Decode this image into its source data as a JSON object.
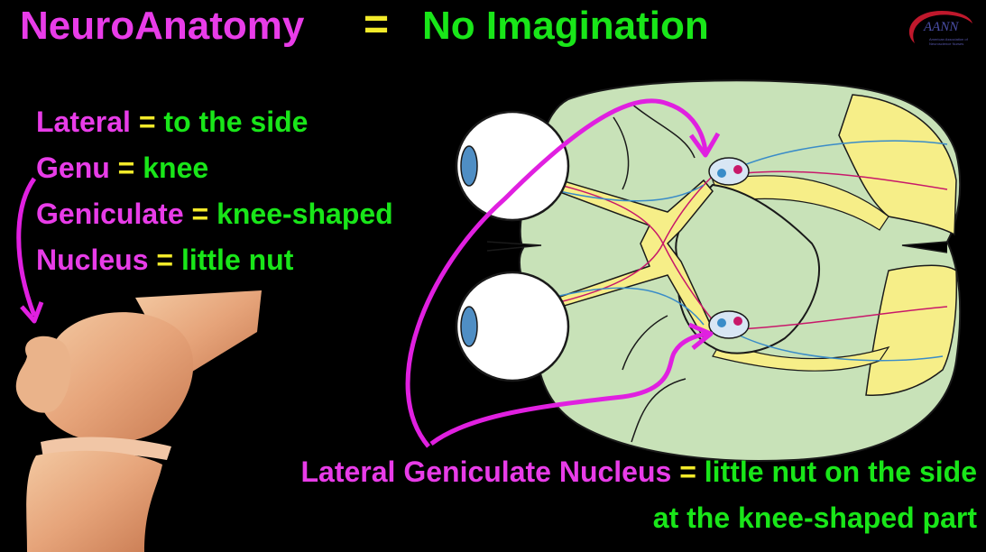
{
  "title": {
    "left": "NeuroAnatomy",
    "equals": "=",
    "right": "No Imagination"
  },
  "logo": {
    "word": "AANN",
    "subtitle": "American Association of Neuroscience Nurses"
  },
  "definitions": [
    {
      "term": "Lateral ",
      "sep": " = ",
      "meaning": "to the side"
    },
    {
      "term": "Genu",
      "sep": " = ",
      "meaning": "knee"
    },
    {
      "term": "Geniculate",
      "sep": " = ",
      "meaning": "knee-shaped"
    },
    {
      "term": "Nucleus",
      "sep": " = ",
      "meaning": "little nut"
    }
  ],
  "conclusion": {
    "term": "Lateral Geniculate Nucleus",
    "sep": " = ",
    "line1": "little nut on the side",
    "line2": "at the knee-shaped part"
  },
  "colors": {
    "term": "#e83ce8",
    "meaning": "#19e619",
    "equals": "#f2ea2a",
    "arrow": "#e020e0",
    "brain": "#c8e2b8",
    "tract": "#f6ee88"
  },
  "icons": [
    "knee-joint-image",
    "brain-visual-pathway-diagram",
    "eyeball-icon"
  ]
}
